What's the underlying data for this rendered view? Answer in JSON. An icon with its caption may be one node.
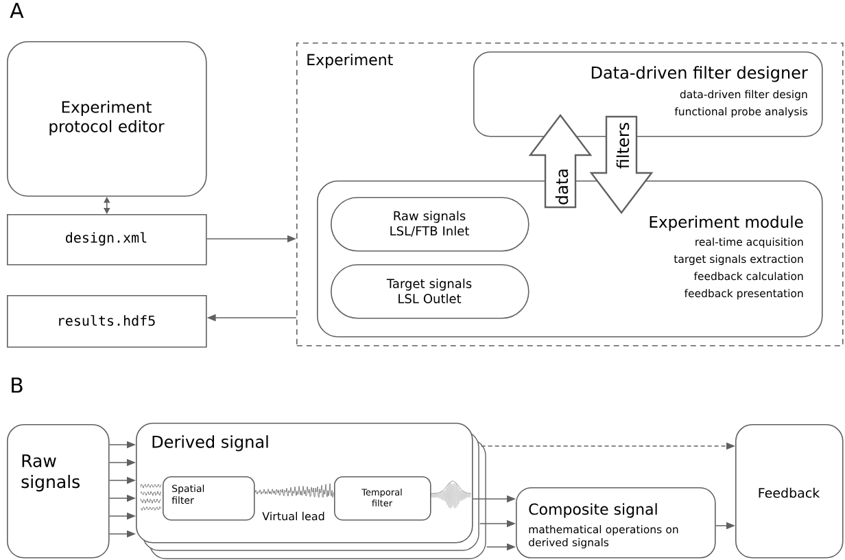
{
  "diagram": {
    "nodes": [
      {
        "text": [
          "Experiment protocol editor"
        ]
      },
      {
        "text": [
          "design.xml"
        ]
      },
      {
        "text": [
          "results.hdf5"
        ]
      },
      {
        "text": [
          "Experiment"
        ]
      },
      {
        "text": [
          "Data-driven filter designer",
          "data-driven filter design",
          "functional probe analysis"
        ],
        "in": 3
      },
      {
        "text": [
          "Experiment module",
          "real-time acquisition",
          "target signals extraction",
          "feedback calculation",
          "feedback presentation"
        ],
        "in": 3
      },
      {
        "text": [
          "Raw signals LSL/FTB Inlet"
        ],
        "in": 5
      },
      {
        "text": [
          "Target signals LSL Outlet"
        ],
        "in": 5
      },
      {
        "text": [
          "Raw signals"
        ]
      },
      {
        "text": [
          "Derived signal"
        ]
      },
      {
        "text": [
          "Spatial filter"
        ],
        "in": 9
      },
      {
        "text": [
          "Temporal filter"
        ],
        "in": 9
      },
      {
        "text": [
          "Composite signal",
          "mathematical operations on derived signals"
        ]
      },
      {
        "text": [
          "Feedback"
        ]
      }
    ],
    "edges": [
      {
        "from": 0,
        "to": 1,
        "arrow": "both"
      },
      {
        "from": 1,
        "to": 3,
        "arrow": "to"
      },
      {
        "from": 3,
        "to": 2,
        "arrow": "to"
      },
      {
        "from": 5,
        "to": 4,
        "arrow": "to",
        "label": "data",
        "style": "thick"
      },
      {
        "from": 4,
        "to": 5,
        "arrow": "to",
        "label": "filters",
        "style": "thick"
      },
      {
        "from": 8,
        "to": 9,
        "arrow": "to"
      },
      {
        "from": 8,
        "to": 9,
        "arrow": "to"
      },
      {
        "from": 8,
        "to": 9,
        "arrow": "to"
      },
      {
        "from": 8,
        "to": 9,
        "arrow": "to"
      },
      {
        "from": 8,
        "to": 9,
        "arrow": "to"
      },
      {
        "from": 8,
        "to": 9,
        "arrow": "to"
      },
      {
        "from": 9,
        "to": 12,
        "arrow": "to"
      },
      {
        "from": 9,
        "to": 12,
        "arrow": "to"
      },
      {
        "from": 9,
        "to": 12,
        "arrow": "to"
      },
      {
        "from": 9,
        "to": 13,
        "arrow": "to",
        "style": "dashed"
      },
      {
        "from": 12,
        "to": 13,
        "arrow": "to"
      },
      {
        "from": 10,
        "to": 11,
        "arrow": "none",
        "label": "Virtual lead"
      }
    ],
    "labels": [
      "A",
      "B"
    ]
  }
}
